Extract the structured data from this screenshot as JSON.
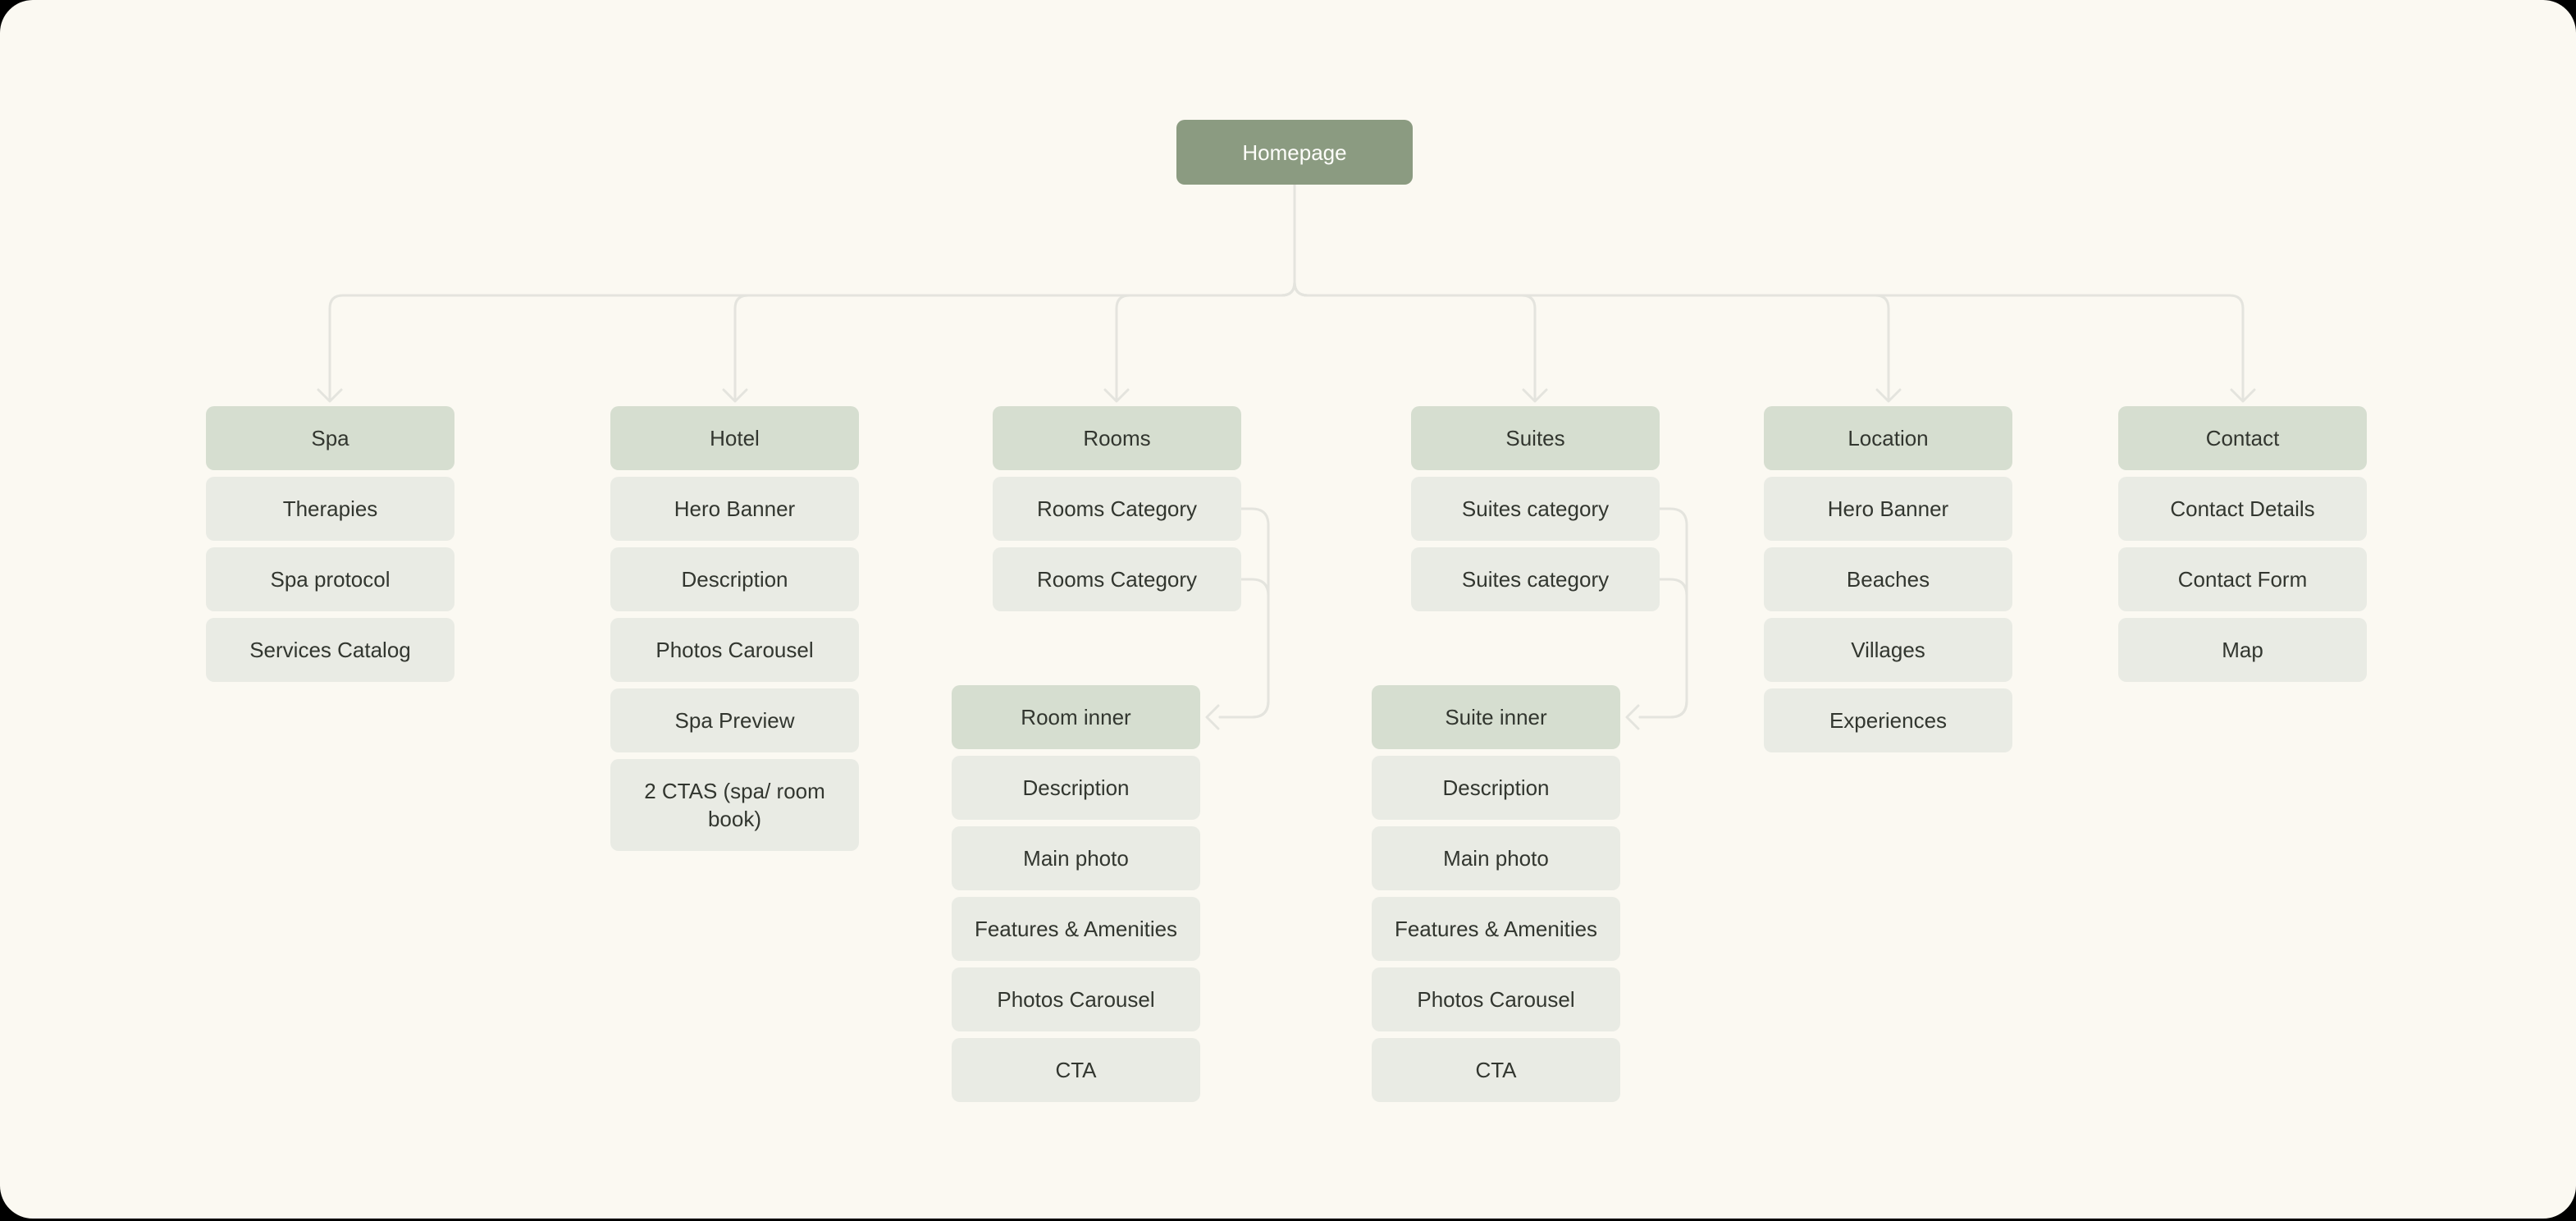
{
  "homepage": {
    "label": "Homepage"
  },
  "columns": [
    {
      "label": "Spa",
      "items": [
        "Therapies",
        "Spa protocol",
        "Services Catalog"
      ]
    },
    {
      "label": "Hotel",
      "items": [
        "Hero Banner",
        "Description",
        "Photos Carousel",
        "Spa Preview",
        "2 CTAS (spa/ room book)"
      ]
    },
    {
      "label": "Rooms",
      "items": [
        "Rooms Category",
        "Rooms Category"
      ]
    },
    {
      "label": "Suites",
      "items": [
        "Suites category",
        "Suites category"
      ]
    },
    {
      "label": "Location",
      "items": [
        "Hero Banner",
        "Beaches",
        "Villages",
        "Experiences"
      ]
    },
    {
      "label": "Contact",
      "items": [
        "Contact Details",
        "Contact Form",
        "Map"
      ]
    }
  ],
  "inner_columns": [
    {
      "label": "Room inner",
      "items": [
        "Description",
        "Main photo",
        "Features & Amenities",
        "Photos Carousel",
        "CTA"
      ]
    },
    {
      "label": "Suite inner",
      "items": [
        "Description",
        "Main photo",
        "Features & Amenities",
        "Photos Carousel",
        "CTA"
      ]
    }
  ],
  "colors": {
    "homepage_bg": "#8B9B81",
    "header_bg": "#D6DED0",
    "item_bg": "#E9EBE4",
    "connector": "#E4E4DE",
    "panel_bg": "#FBF9F2",
    "text": "#32362F"
  }
}
